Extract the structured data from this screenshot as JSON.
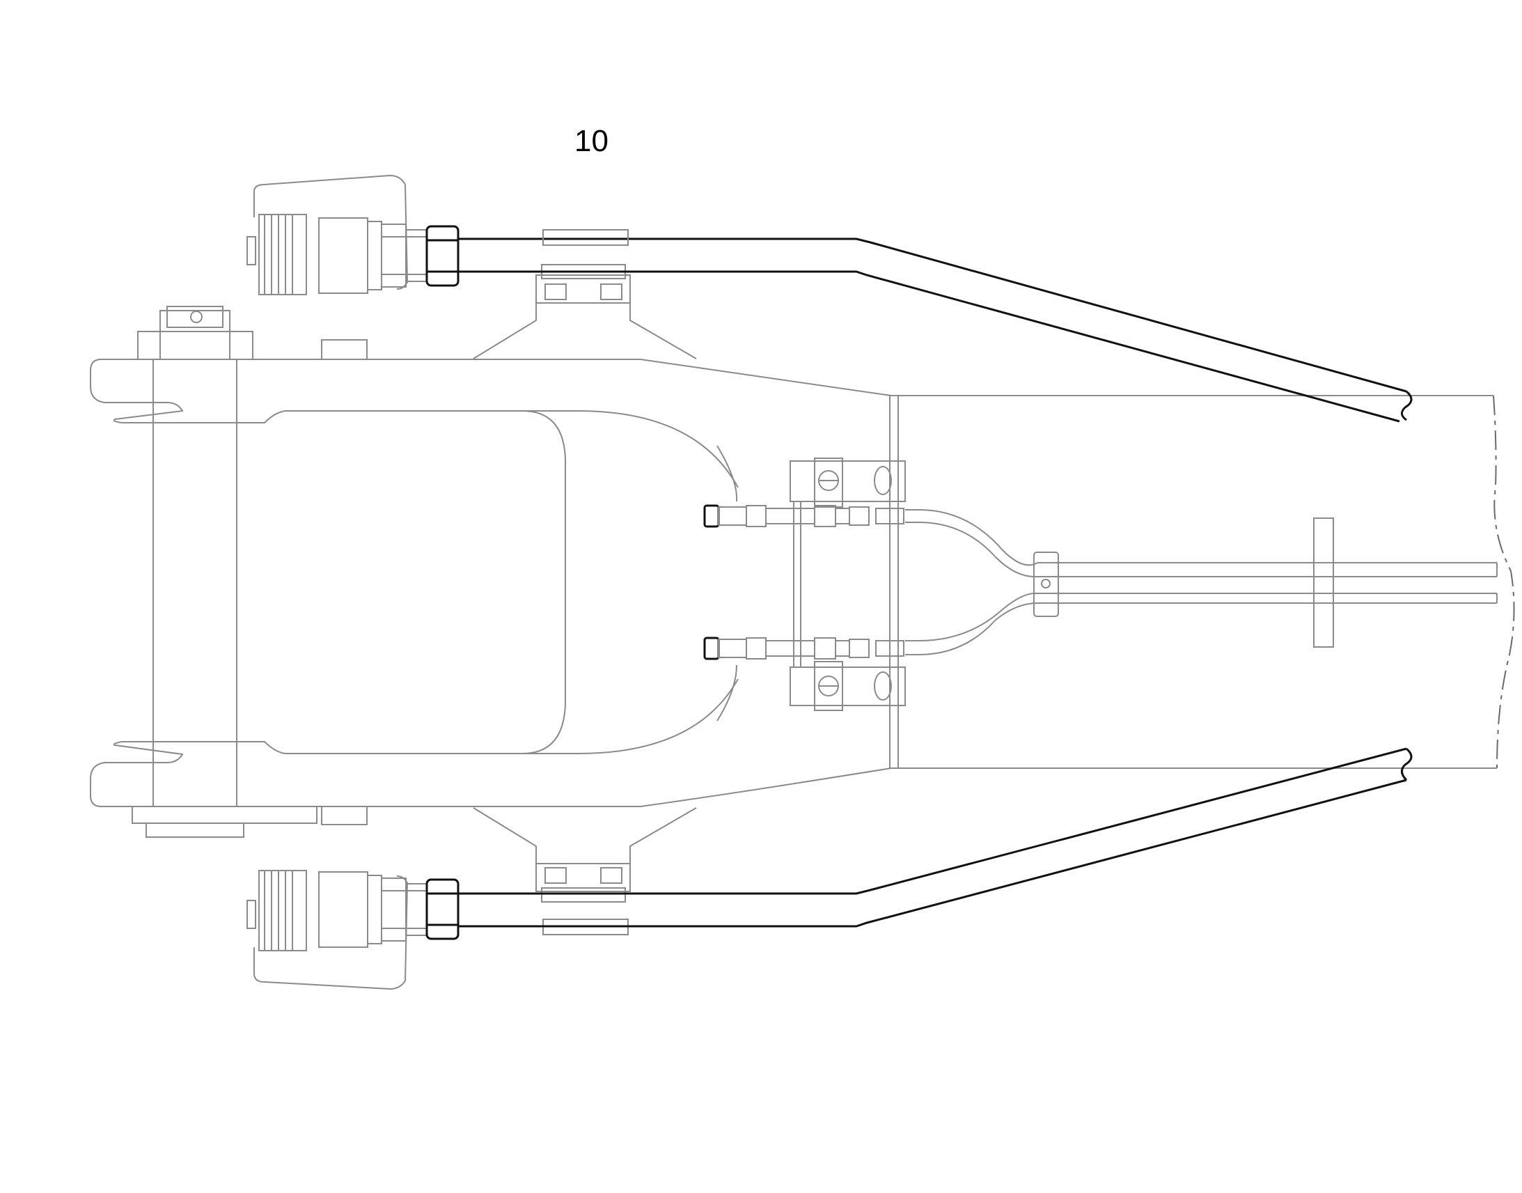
{
  "callout": {
    "label": "10"
  },
  "colors": {
    "background": "#ffffff",
    "linework": "#8a8a8a",
    "hose": "#111111"
  },
  "parts": [
    {
      "name": "upper-quick-coupler",
      "icon": "coupler-icon"
    },
    {
      "name": "lower-quick-coupler",
      "icon": "coupler-icon"
    },
    {
      "name": "upper-hydraulic-hose",
      "icon": "hose-icon"
    },
    {
      "name": "lower-hydraulic-hose",
      "icon": "hose-icon"
    },
    {
      "name": "arm-body",
      "icon": "arm-icon"
    },
    {
      "name": "center-manifold",
      "icon": "manifold-icon"
    }
  ]
}
